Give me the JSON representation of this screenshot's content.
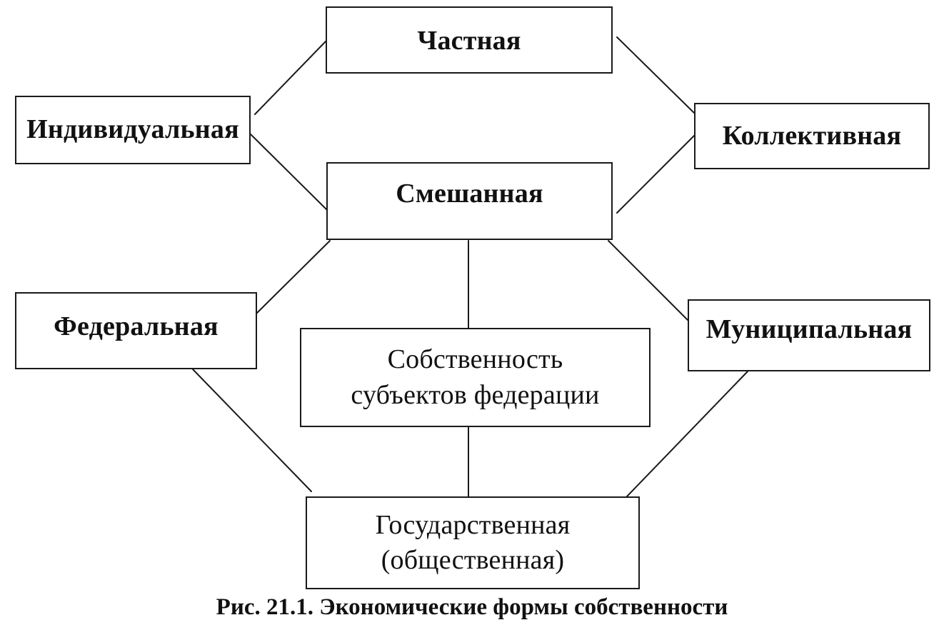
{
  "nodes": {
    "private": "Частная",
    "individual": "Индивидуальная",
    "collective": "Коллективная",
    "mixed": "Смешанная",
    "federal": "Федеральная",
    "subjects_line1": "Собственность",
    "subjects_line2": "субъектов федерации",
    "municipal": "Муниципальная",
    "state_line1": "Государственная",
    "state_line2": "(общественная)"
  },
  "caption": "Рис. 21.1. Экономические формы собственности",
  "colors": {
    "line": "#1a1a1a",
    "text": "#111111",
    "background": "#ffffff"
  }
}
